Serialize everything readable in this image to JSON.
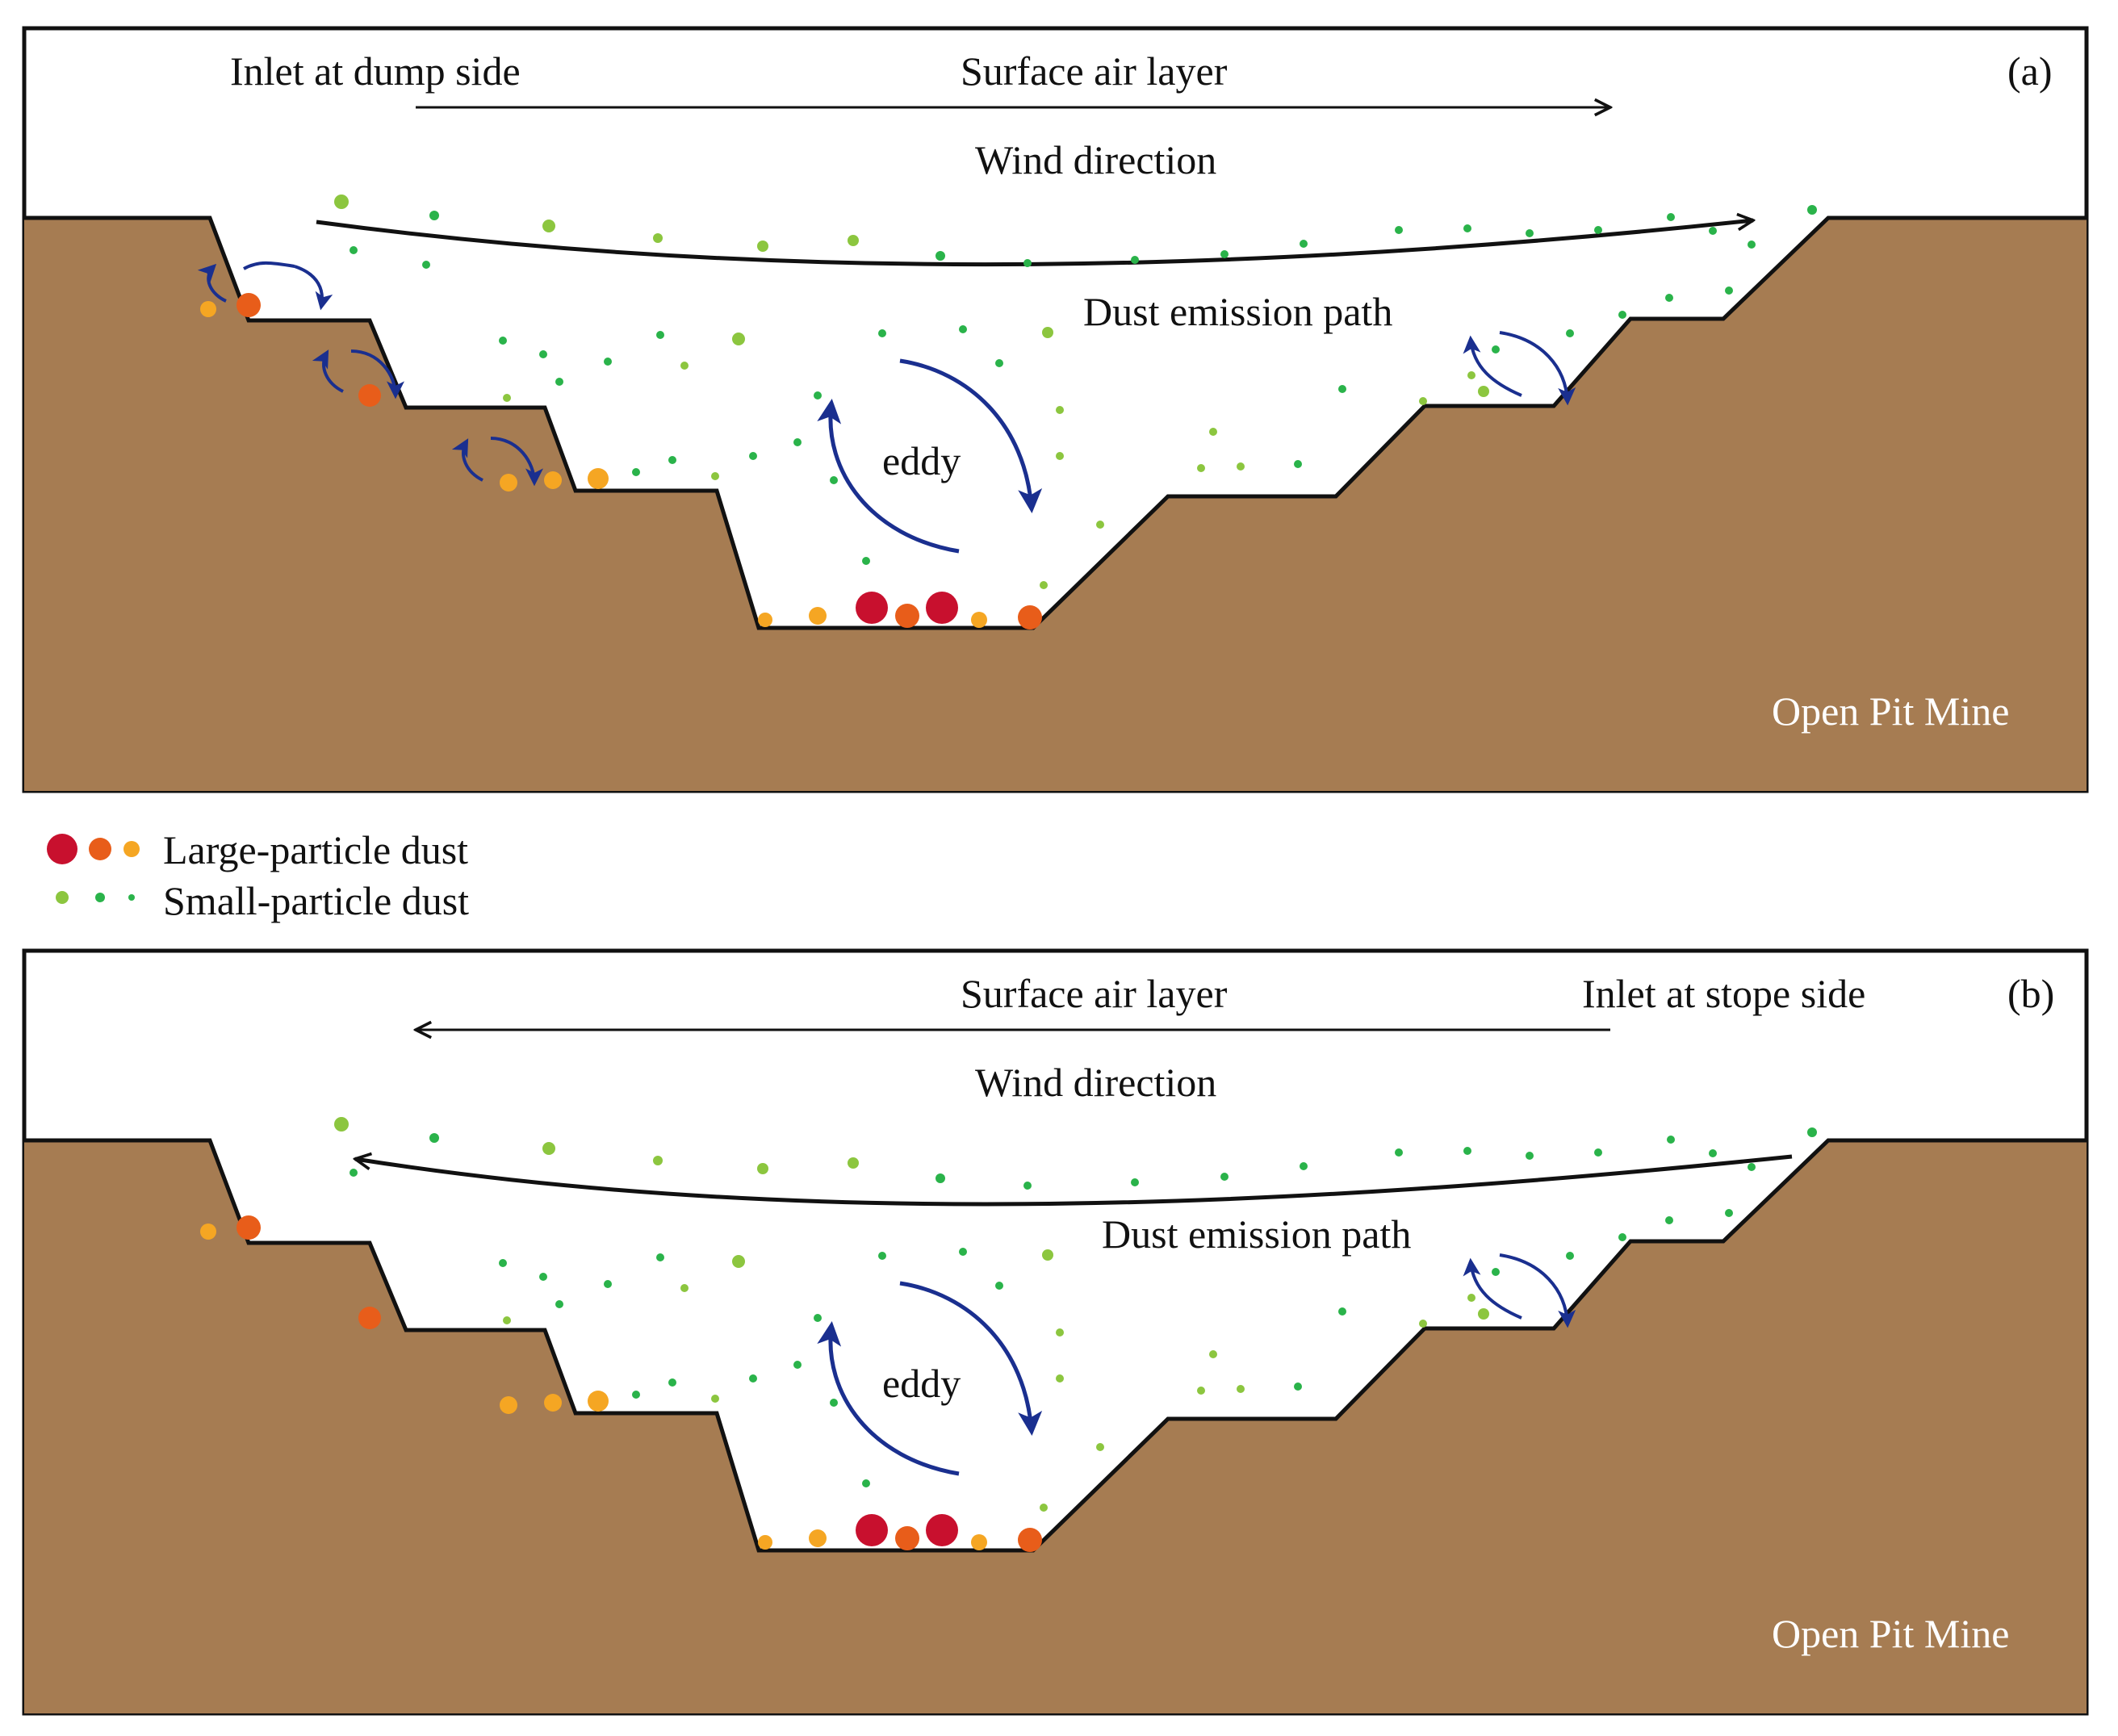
{
  "panel_a": {
    "tag": "(a)",
    "inlet_label": "Inlet at dump side",
    "air_layer_label": "Surface air layer",
    "wind_label": "Wind direction",
    "path_label": "Dust emission path",
    "eddy_label": "eddy",
    "mine_label": "Open Pit Mine"
  },
  "panel_b": {
    "tag": "(b)",
    "inlet_label": "Inlet at stope side",
    "air_layer_label": "Surface air layer",
    "wind_label": "Wind direction",
    "path_label": "Dust emission path",
    "eddy_label": "eddy",
    "mine_label": "Open Pit Mine"
  },
  "legend": {
    "large_label": "Large-particle dust",
    "small_label": "Small-particle dust"
  },
  "colors": {
    "ground": "#a67c52",
    "outline": "#111111",
    "eddy_arrow": "#1a2f8f",
    "dust_large_red": "#c8102e",
    "dust_large_orange": "#e85d1a",
    "dust_large_yellow": "#f5a623",
    "dust_small_lightgreen": "#8cc63f",
    "dust_small_green": "#2ab34a"
  }
}
